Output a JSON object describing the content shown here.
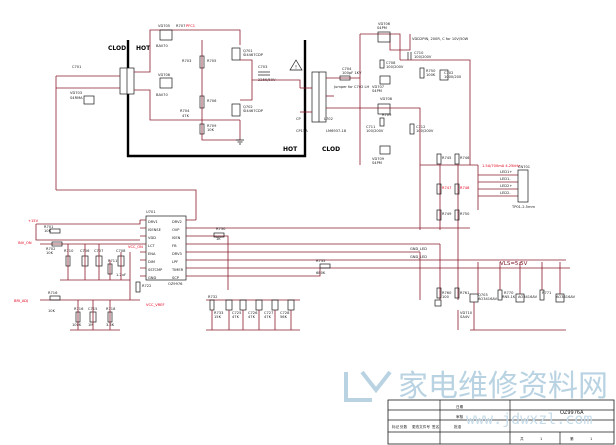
{
  "labels": {
    "hot_top": "HOT",
    "hot_bottom": "HOT",
    "clod_left": "CLOD",
    "clod_right": "CLOD",
    "vled_net": "VLS=5.5V",
    "ic_name": "U701",
    "ic_part": "OZ9976",
    "ic_pins_left": [
      "DRV1",
      "ISENSE",
      "VDD",
      "LCT",
      "ENA",
      "DIM",
      "SSTCMP",
      "GND"
    ],
    "ic_pins_right": [
      "DRV2",
      "OVP",
      "ISEN",
      "FB",
      "DRV3",
      "LPF",
      "TIMER",
      "SCP"
    ],
    "inv_on": "INV_ON",
    "bri_adj": "BRI_ADJ",
    "vcc": "+15V",
    "connector": "CN701",
    "output_note": "1.5A/700mA 4.25kHz",
    "title_company": "家电维修资料网",
    "title_url": "www.jdwxzl.com",
    "title_doc": "OZ9976A",
    "title_sheet": "1",
    "title_of": "1"
  },
  "colors": {
    "wire": "#8a1c2c",
    "bold_wire": "#000000",
    "label_red": "#e0001b",
    "watermark": "#b9d3e2"
  }
}
